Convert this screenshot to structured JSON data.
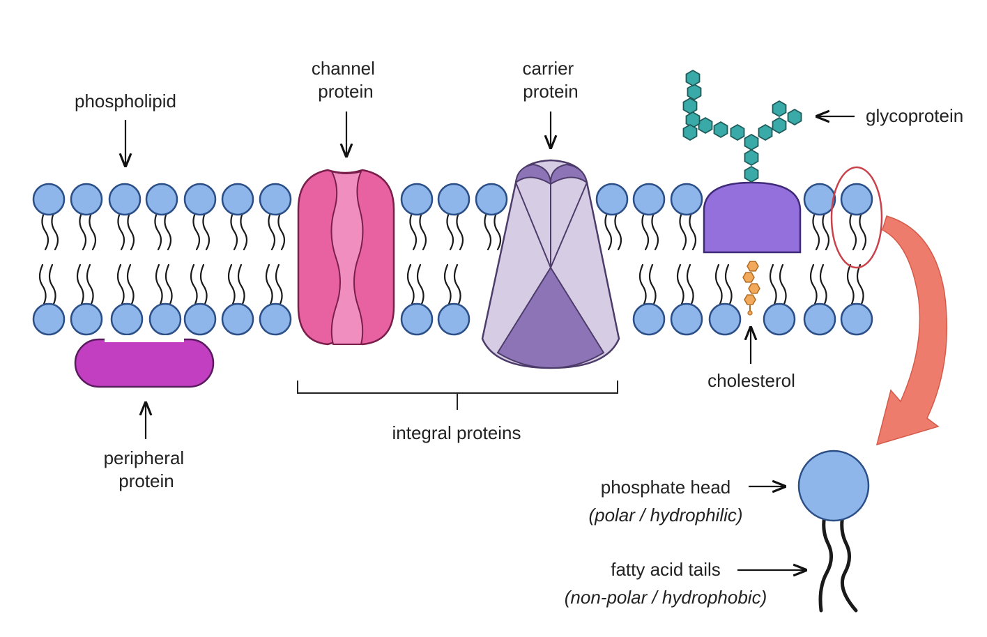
{
  "labels": {
    "phospholipid": "phospholipid",
    "channel_protein": [
      "channel",
      "protein"
    ],
    "carrier_protein": [
      "carrier",
      "protein"
    ],
    "glycoprotein": "glycoprotein",
    "peripheral_protein": [
      "peripheral",
      "protein"
    ],
    "integral_proteins": "integral proteins",
    "cholesterol": "cholesterol",
    "phosphate_head": "phosphate head",
    "phosphate_head_note": "(polar / hydrophilic)",
    "fatty_acid_tails": "fatty acid tails",
    "fatty_acid_tails_note": "(non-polar / hydrophobic)"
  },
  "colors": {
    "lipid_head": "#8fb6ea",
    "lipid_head_stroke": "#2b4f86",
    "channel_protein": "#e862a2",
    "channel_pore": "#f08ec0",
    "carrier_protein": "#d6cce4",
    "carrier_dark": "#8c74b6",
    "glycoprotein_body": "#9370db",
    "sugar_chain": "#3aaaa8",
    "peripheral_protein": "#c13fc0",
    "cholesterol": "#f2a95c",
    "highlight_arrow": "#ee7c6c"
  }
}
